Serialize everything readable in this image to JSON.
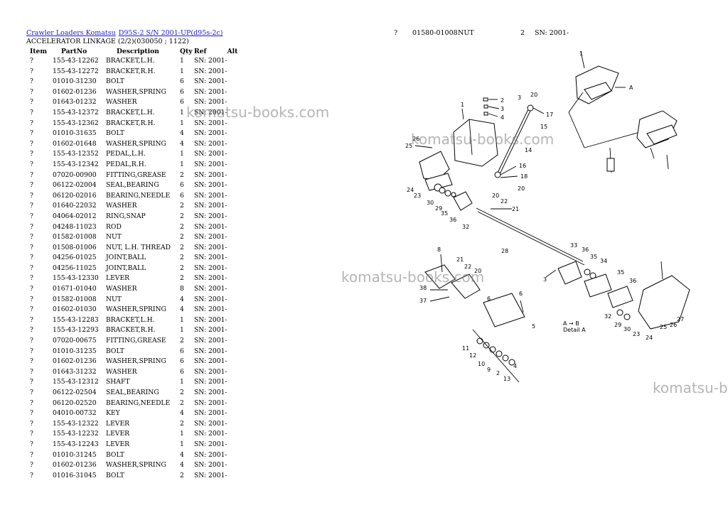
{
  "header": {
    "link1": "Crawler Loaders Komatsu",
    "link2": "D95S-2 S/N 2001-UP(d95s-2c)",
    "subtitle": "ACCELERATOR LINKAGE (2/2)(030050 ; 1122)"
  },
  "table": {
    "headers": [
      "Item",
      "PartNo",
      "Description",
      "Qty",
      "Ref",
      "Alt"
    ],
    "rows": [
      [
        "?",
        "155-43-12262",
        "BRACKET,L.H.",
        "1",
        "SN: 2001-"
      ],
      [
        "?",
        "155-43-12272",
        "BRACKET,R.H.",
        "1",
        "SN: 2001-"
      ],
      [
        "?",
        "01010-31230",
        "BOLT",
        "6",
        "SN: 2001-"
      ],
      [
        "?",
        "01602-01236",
        "WASHER,SPRING",
        "6",
        "SN: 2001-"
      ],
      [
        "?",
        "01643-01232",
        "WASHER",
        "6",
        "SN: 2001-"
      ],
      [
        "?",
        "155-43-12372",
        "BRACKET,L.H.",
        "1",
        "SN: 2001-"
      ],
      [
        "?",
        "155-43-12362",
        "BRACKET,R.H.",
        "1",
        "SN: 2001-"
      ],
      [
        "?",
        "01010-31635",
        "BOLT",
        "4",
        "SN: 2001-"
      ],
      [
        "?",
        "01602-01648",
        "WASHER,SPRING",
        "4",
        "SN: 2001-"
      ],
      [
        "?",
        "155-43-12352",
        "PEDAL,L.H.",
        "1",
        "SN: 2001-"
      ],
      [
        "?",
        "155-43-12342",
        "PEDAL,R.H.",
        "1",
        "SN: 2001-"
      ],
      [
        "?",
        "07020-00900",
        "FITTING,GREASE",
        "2",
        "SN: 2001-"
      ],
      [
        "?",
        "06122-02004",
        "SEAL,BEARING",
        "6",
        "SN: 2001-"
      ],
      [
        "?",
        "06120-02016",
        "BEARING,NEEDLE",
        "6",
        "SN: 2001-"
      ],
      [
        "?",
        "01640-22032",
        "WASHER",
        "2",
        "SN: 2001-"
      ],
      [
        "?",
        "04064-02012",
        "RING,SNAP",
        "2",
        "SN: 2001-"
      ],
      [
        "?",
        "04248-11023",
        "ROD",
        "2",
        "SN: 2001-"
      ],
      [
        "?",
        "01582-01008",
        "NUT",
        "2",
        "SN: 2001-"
      ],
      [
        "?",
        "01508-01006",
        "NUT, L.H. THREAD",
        "2",
        "SN: 2001-"
      ],
      [
        "?",
        "04256-01025",
        "JOINT,BALL",
        "2",
        "SN: 2001-"
      ],
      [
        "?",
        "04256-11025",
        "JOINT,BALL",
        "2",
        "SN: 2001-"
      ],
      [
        "?",
        "155-43-12330",
        "LEVER",
        "2",
        "SN: 2001-"
      ],
      [
        "?",
        "01671-01040",
        "WASHER",
        "8",
        "SN: 2001-"
      ],
      [
        "?",
        "01582-01008",
        "NUT",
        "4",
        "SN: 2001-"
      ],
      [
        "?",
        "01602-01030",
        "WASHER,SPRING",
        "4",
        "SN: 2001-"
      ],
      [
        "?",
        "155-43-12283",
        "BRACKET,L.H.",
        "1",
        "SN: 2001-"
      ],
      [
        "?",
        "155-43-12293",
        "BRACKET,R.H.",
        "1",
        "SN: 2001-"
      ],
      [
        "?",
        "07020-00675",
        "FITTING,GREASE",
        "2",
        "SN: 2001-"
      ],
      [
        "?",
        "01010-31235",
        "BOLT",
        "6",
        "SN: 2001-"
      ],
      [
        "?",
        "01602-01236",
        "WASHER,SPRING",
        "6",
        "SN: 2001-"
      ],
      [
        "?",
        "01643-31232",
        "WASHER",
        "6",
        "SN: 2001-"
      ],
      [
        "?",
        "155-43-12312",
        "SHAFT",
        "1",
        "SN: 2001-"
      ],
      [
        "?",
        "06122-02504",
        "SEAL,BEARING",
        "2",
        "SN: 2001-"
      ],
      [
        "?",
        "06120-02520",
        "BEARING,NEEDLE",
        "2",
        "SN: 2001-"
      ],
      [
        "?",
        "04010-00732",
        "KEY",
        "4",
        "SN: 2001-"
      ],
      [
        "?",
        "155-43-12322",
        "LEVER",
        "2",
        "SN: 2001-"
      ],
      [
        "?",
        "155-43-12232",
        "LEVER",
        "1",
        "SN: 2001-"
      ],
      [
        "?",
        "155-43-12243",
        "LEVER",
        "1",
        "SN: 2001-"
      ],
      [
        "?",
        "01010-31245",
        "BOLT",
        "4",
        "SN: 2001-"
      ],
      [
        "?",
        "01602-01236",
        "WASHER,SPRING",
        "4",
        "SN: 2001-"
      ],
      [
        "?",
        "01016-31045",
        "BOLT",
        "2",
        "SN: 2001-"
      ]
    ]
  },
  "extra_row": {
    "item": "?",
    "part": "01580-01008",
    "desc": "NUT",
    "qty": "2",
    "ref": "SN: 2001-"
  },
  "watermark": "komatsu-books.com",
  "diagram": {
    "arrow_label": "A",
    "detail_caption_1": "A → B",
    "detail_caption_2": "Detail A"
  }
}
